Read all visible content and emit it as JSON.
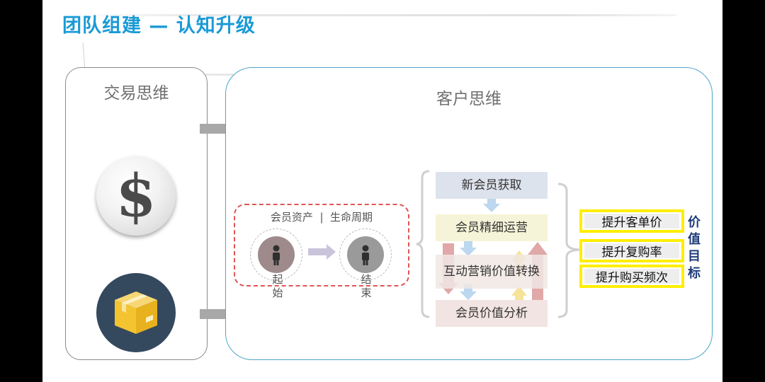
{
  "title": "团队组建 — 认知升级",
  "left_panel": {
    "title": "交易思维"
  },
  "right_panel": {
    "title": "客户思维"
  },
  "lifecycle": {
    "header": "会员资产  |  生命周期",
    "start_label": "起始",
    "end_label": "结束"
  },
  "flow_steps": [
    "新会员获取",
    "会员精细运营",
    "互动营销价值转换",
    "会员价值分析"
  ],
  "goals": [
    "提升客单价",
    "提升复购率",
    "提升购买频次"
  ],
  "goals_label": "价值目标",
  "colors": {
    "title": "#1a9ad6",
    "right_panel_border": "#4da6c8",
    "dash_border": "#e05656",
    "goal_border": "#ffee00",
    "goals_label": "#1e3c7a",
    "flow_arrow_blue": "#bcd7ee",
    "flow_arrow_red": "#e0a8a8",
    "flow_arrow_yellow": "#f6e39a"
  },
  "icons": [
    "dollar-coin-icon",
    "package-box-icon",
    "person-icon"
  ]
}
